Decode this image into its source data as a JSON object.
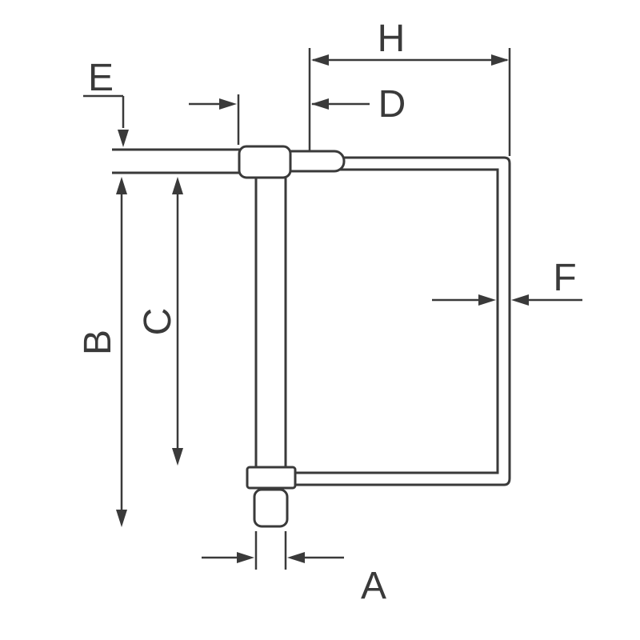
{
  "diagram": {
    "type": "technical-dimension-drawing",
    "subject": "shaft locking pin with square wire loop",
    "background_color": "#ffffff",
    "line_color": "#3a3a3a",
    "labels": {
      "H": "H",
      "D": "D",
      "E": "E",
      "B": "B",
      "C": "C",
      "F": "F",
      "A": "A"
    }
  }
}
